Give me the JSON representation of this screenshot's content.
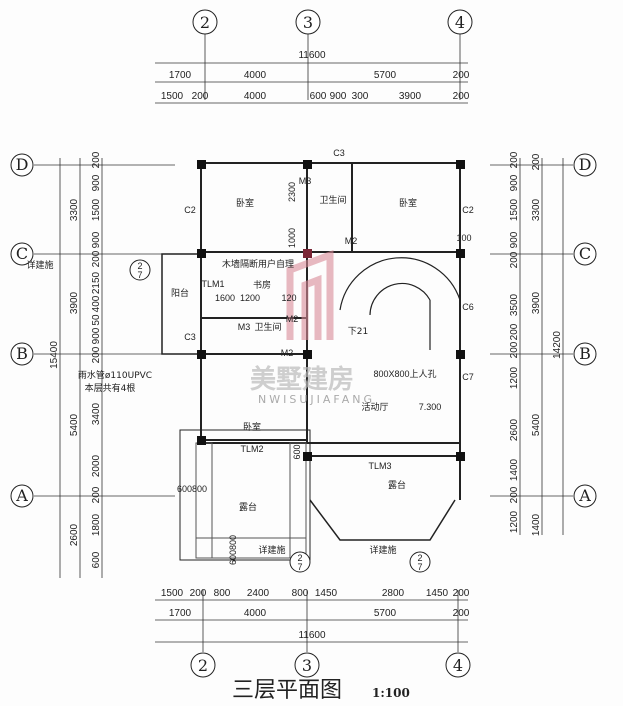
{
  "title": "三层平面图",
  "scale": "1:100",
  "watermark": {
    "name": "美墅建房",
    "latin": "NWISUJIAFANG",
    "logo_color": "#d98a98"
  },
  "axes": {
    "vertical": [
      "2",
      "3",
      "4"
    ],
    "horizontal": [
      "D",
      "C",
      "B",
      "A"
    ]
  },
  "dims": {
    "top_total": "11600",
    "top_axis": [
      "1700",
      "4000",
      "5700",
      "200"
    ],
    "top_detail": [
      "1500",
      "200",
      "4000",
      "600",
      "900",
      "300",
      "3900",
      "200"
    ],
    "bottom_detail": [
      "1500",
      "200",
      "800",
      "2400",
      "800",
      "1450",
      "2800",
      "1450",
      "200"
    ],
    "bottom_axis": [
      "1700",
      "4000",
      "5700",
      "200"
    ],
    "bottom_total": "11600",
    "left_total": "15400",
    "left_axis": [
      "3300",
      "3900",
      "5400",
      "2600"
    ],
    "left_detail": [
      "200",
      "900",
      "1500",
      "900",
      "200",
      "2150",
      "400",
      "50",
      "900",
      "200",
      "3400",
      "2000",
      "200",
      "1800",
      "600"
    ],
    "right_detail": [
      "200",
      "900",
      "1500",
      "900",
      "200",
      "3500",
      "200",
      "200",
      "1200",
      "2600",
      "1400",
      "200",
      "1200"
    ],
    "right_axis": [
      "200",
      "3300",
      "3900",
      "5400",
      "1400"
    ],
    "right_total": "14200"
  },
  "rooms": [
    "卧室",
    "卧室",
    "卫生间",
    "书房",
    "阳台",
    "卫生间",
    "卧室",
    "露台",
    "露台",
    "活动厅",
    "下21"
  ],
  "labels": [
    "C3",
    "C2",
    "C2",
    "M3",
    "M2",
    "木墙隔断用户自理",
    "TLM1",
    "1600",
    "1200",
    "120",
    "M2",
    "M3",
    "C3",
    "M2",
    "800X800上人孔",
    "C6",
    "C7",
    "7.300",
    "TLM2",
    "TLM3",
    "600",
    "600800",
    "600800",
    "2300",
    "1000",
    "100",
    "详建施",
    "详建施",
    "详建施",
    "雨水管ø110UPVC",
    "本层共有4根"
  ],
  "callouts": [
    {
      "num": "2",
      "den": "7"
    },
    {
      "num": "2",
      "den": "7"
    },
    {
      "num": "2",
      "den": "7"
    }
  ]
}
